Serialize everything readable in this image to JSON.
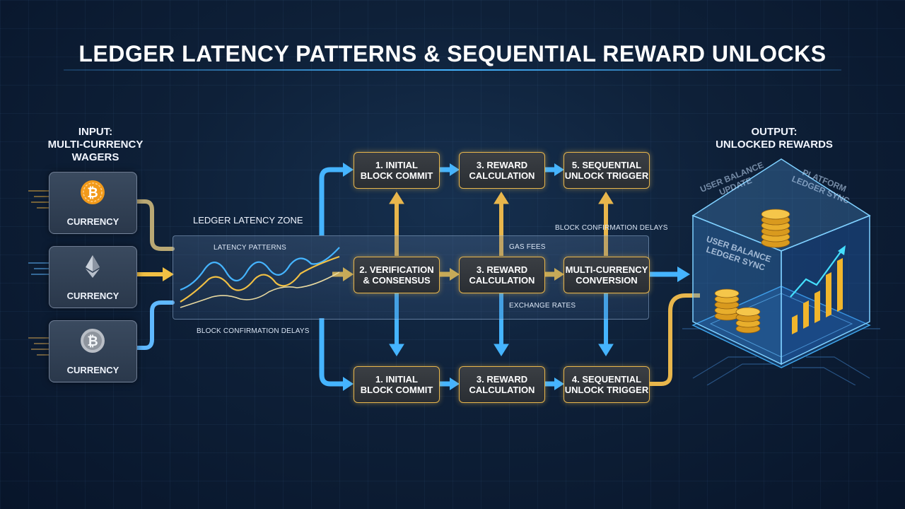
{
  "title": "LEDGER LATENCY PATTERNS & SEQUENTIAL REWARD UNLOCKS",
  "input": {
    "heading": [
      "INPUT:",
      "MULTI-CURRENCY",
      "WAGERS"
    ],
    "currencies": [
      {
        "icon": "bitcoin-orange-icon",
        "label": "CURRENCY"
      },
      {
        "icon": "ethereum-icon",
        "label": "CURRENCY"
      },
      {
        "icon": "bitcoin-silver-icon",
        "label": "CURRENCY"
      }
    ]
  },
  "zone": {
    "title": "LEDGER LATENCY ZONE",
    "latency_patterns": "LATENCY PATTERNS",
    "block_delays_left": "BLOCK CONFIRMATION DELAYS",
    "block_delays_right": "BLOCK CONFIRMATION DELAYS",
    "gas_fees": "GAS FEES",
    "exchange_rates": "EXCHANGE RATES"
  },
  "rows": {
    "top": [
      [
        "1. INITIAL",
        "BLOCK COMMIT"
      ],
      [
        "3. REWARD",
        "CALCULATION"
      ],
      [
        "5. SEQUENTIAL",
        "UNLOCK TRIGGER"
      ]
    ],
    "middle": [
      [
        "2. VERIFICATION",
        "& CONSENSUS"
      ],
      [
        "3. REWARD",
        "CALCULATION"
      ],
      [
        "MULTI-CURRENCY",
        "CONVERSION"
      ]
    ],
    "bottom": [
      [
        "1. INITIAL",
        "BLOCK COMMIT"
      ],
      [
        "3. REWARD",
        "CALCULATION"
      ],
      [
        "4. SEQUENTIAL",
        "UNLOCK TRIGGER"
      ]
    ]
  },
  "output": {
    "heading": [
      "OUTPUT:",
      "UNLOCKED REWARDS"
    ],
    "labels": {
      "user_balance_update": [
        "USER BALANCE",
        "UPDATE"
      ],
      "platform_ledger_sync": [
        "PLATFORM",
        "LEDGER SYNC"
      ],
      "user_balance_ledger_sync": [
        "USER BALANCE",
        "LEDGER SYNC"
      ]
    }
  },
  "colors": {
    "accent_blue": "#45b4ff",
    "accent_gold": "#e8b64c",
    "bitcoin_orange": "#f29a1a",
    "background": "#0e2038"
  }
}
